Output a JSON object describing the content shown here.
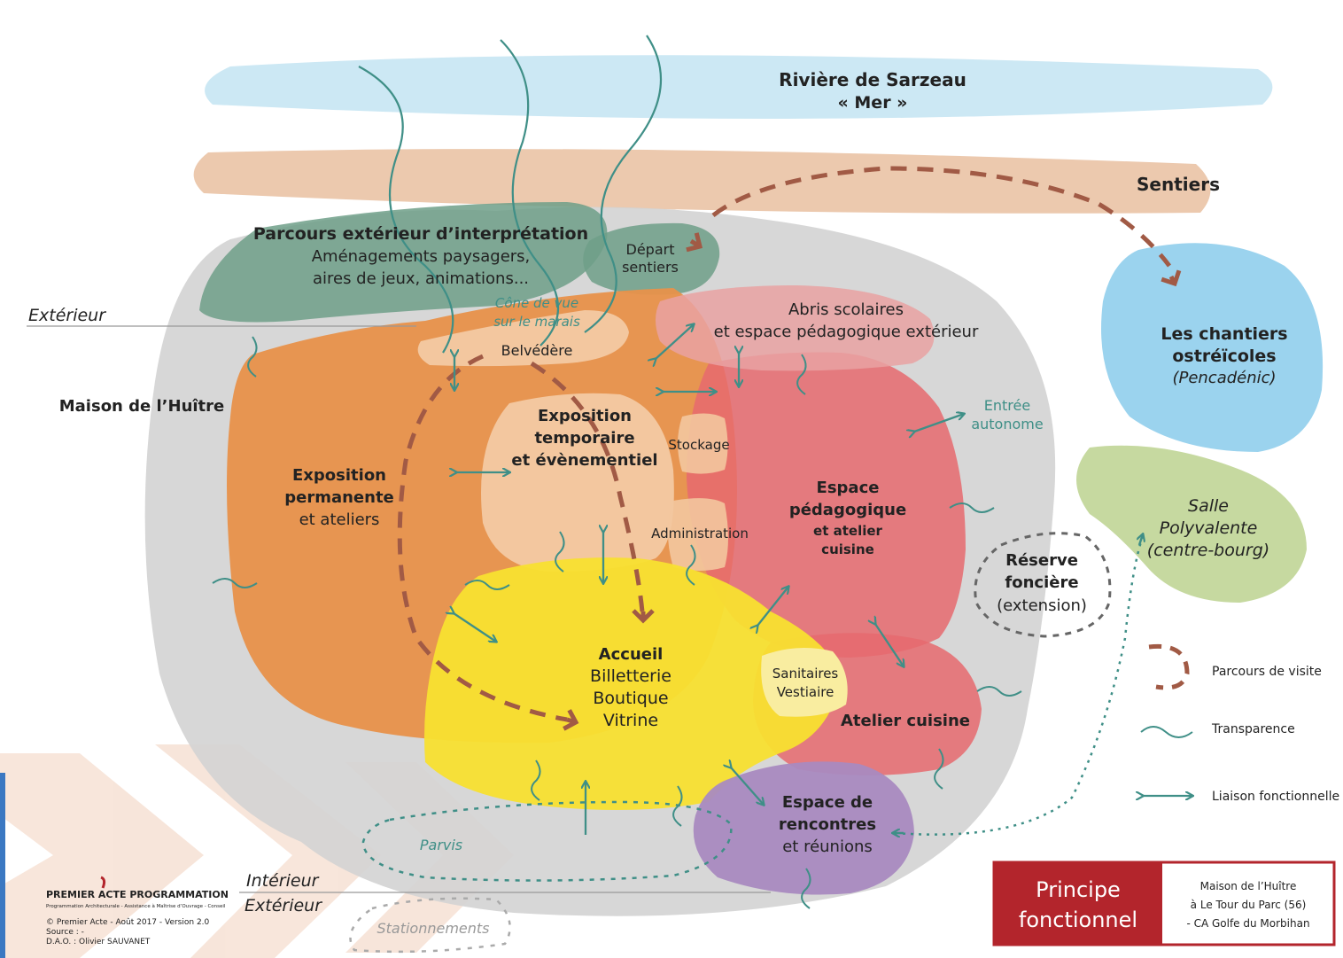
{
  "sea": {
    "line1": "Rivière de Sarzeau",
    "line2": "« Mer »"
  },
  "paths_band": "Sentiers",
  "outdoor_interp": {
    "title": "Parcours extérieur d’interprétation",
    "line2": "Aménagements paysagers,",
    "line3": "aires de jeux, animations..."
  },
  "depart": {
    "line1": "Départ",
    "line2": "sentiers"
  },
  "exterior_label": "Extérieur",
  "cone": {
    "line1": "Cône de vue",
    "line2": "sur le marais"
  },
  "belvedere": "Belvédère",
  "abris": {
    "line1": "Abris scolaires",
    "line2": "et espace pédagogique extérieur"
  },
  "maison": "Maison de l’Huître",
  "expo_temp": {
    "line1": "Exposition",
    "line2": "temporaire",
    "line3": "et évènementiel"
  },
  "stockage": "Stockage",
  "administration": "Administration",
  "expo_perm": {
    "line1": "Exposition",
    "line2": "permanente",
    "line3": "et ateliers"
  },
  "entree": {
    "line1": "Entrée",
    "line2": "autonome"
  },
  "espace_peda": {
    "line1": "Espace",
    "line2": "pédagogique",
    "line3": "et atelier",
    "line4": "cuisine"
  },
  "reserve": {
    "line1": "Réserve",
    "line2": "foncière",
    "line3": "(extension)"
  },
  "accueil": {
    "line1": "Accueil",
    "line2": "Billetterie",
    "line3": "Boutique",
    "line4": "Vitrine"
  },
  "sanitaires": {
    "line1": "Sanitaires",
    "line2": "Vestiaire"
  },
  "atelier_cuisine": "Atelier cuisine",
  "rencontres": {
    "line1": "Espace de",
    "line2": "rencontres",
    "line3": "et réunions"
  },
  "parvis": "Parvis",
  "stationnements": "Stationnements",
  "interior_label": "Intérieur",
  "exterior_label2": "Extérieur",
  "chantiers": {
    "line1": "Les chantiers",
    "line2": "ostréïcoles",
    "line3": "(Pencadénic)"
  },
  "salle": {
    "line1": "Salle",
    "line2": "Polyvalente",
    "line3": "(centre-bourg)"
  },
  "legend": {
    "visit": "Parcours de visite",
    "transparency": "Transparence",
    "link": "Liaison fonctionnelle"
  },
  "footer": {
    "brand": "PREMIER ACTE PROGRAMMATION",
    "tagline": "Programmation Architecturale - Assistance à Maîtrise d’Ouvrage - Conseil",
    "copyright": "© Premier Acte - Août 2017 - Version 2.0",
    "source": "Source : -",
    "dao": "D.A.O. : Olivier SAUVANET"
  },
  "title_box": {
    "title1": "Principe",
    "title2": "fonctionnel",
    "sub1": "Maison de l’Huître",
    "sub2": "à Le Tour du Parc (56)",
    "sub3": "- CA Golfe du Morbihan"
  },
  "colors": {
    "sea": "#cce8f4",
    "paths": "#ecc9ae",
    "gray": "#d3d3d3",
    "green": "#6f9f88",
    "orange": "#e8914a",
    "peach": "#f3c79f",
    "red": "#e66a6f",
    "yellow": "#f8e030",
    "purple": "#a98ac0",
    "blue": "#9bd3ee",
    "olive": "#c6d9a0",
    "brown": "#a15a45",
    "teal": "#3f8f87",
    "title_red": "#b3252c"
  }
}
